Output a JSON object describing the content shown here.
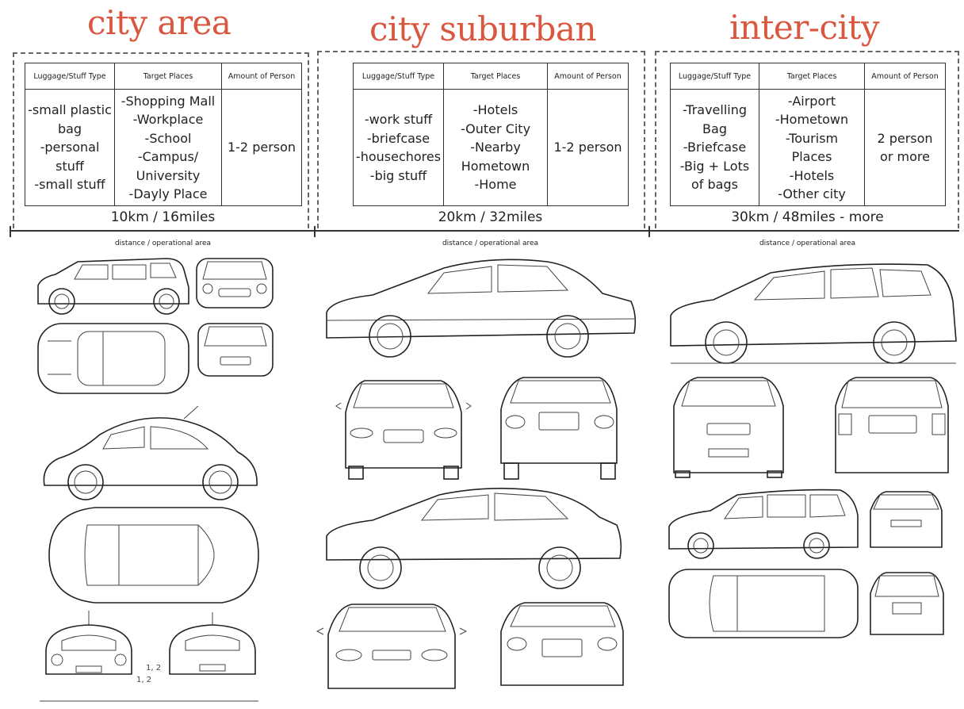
{
  "sections": [
    {
      "title": "city area",
      "headers": [
        "Luggage/Stuff Type",
        "Target Places",
        "Amount of Person"
      ],
      "luggage": [
        "-small plastic",
        "bag",
        "-personal",
        "stuff",
        "-small stuff"
      ],
      "places": [
        "-Shopping Mall",
        "-Workplace",
        "-School",
        "-Campus/",
        "University",
        "-Dayly Place"
      ],
      "persons": [
        "1-2 person"
      ],
      "distance": "10km / 16miles",
      "caption": "distance / operational area"
    },
    {
      "title": "city suburban",
      "headers": [
        "Luggage/Stuff Type",
        "Target Places",
        "Amount of Person"
      ],
      "luggage": [
        "-work stuff",
        "-briefcase",
        "-housechores",
        "-big stuff"
      ],
      "places": [
        "-Hotels",
        "-Outer City",
        "-Nearby",
        "Hometown",
        "-Home"
      ],
      "persons": [
        "1-2 person"
      ],
      "distance": "20km / 32miles",
      "caption": "distance / operational area"
    },
    {
      "title": "inter-city",
      "headers": [
        "Luggage/Stuff Type",
        "Target Places",
        "Amount of Person"
      ],
      "luggage": [
        "-Travelling",
        "Bag",
        "-Briefcase",
        "-Big + Lots",
        "of bags"
      ],
      "places": [
        "-Airport",
        "-Hometown",
        "-Tourism",
        "Places",
        "-Hotels",
        "-Other city"
      ],
      "persons": [
        "2 person",
        "or more"
      ],
      "distance": "30km / 48miles - more",
      "caption": "distance / operational area"
    }
  ],
  "blueprint_labels": [
    "1, 2",
    "1, 2"
  ],
  "colors": {
    "heading": "#d9573f",
    "lines": "#222222"
  },
  "blueprints": [
    "mini-cooper-views",
    "vw-beetle-views",
    "sedan-views",
    "compact-sedan-views",
    "wagon-views",
    "minivan-views"
  ]
}
